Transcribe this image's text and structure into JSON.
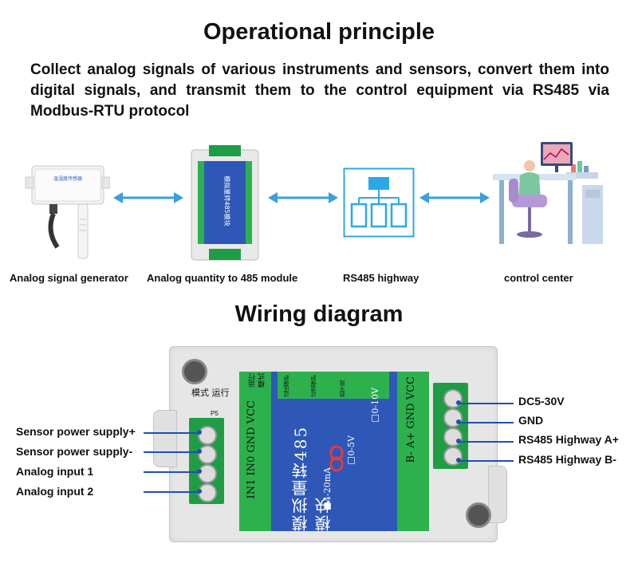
{
  "titles": {
    "principle": "Operational principle",
    "wiring": "Wiring diagram"
  },
  "description": "Collect analog signals of various instruments and sensors, convert them into digital signals, and transmit them to the control equipment via RS485 via Modbus-RTU protocol",
  "flow": {
    "captions": [
      "Analog signal generator",
      "Analog quantity to 485 module",
      "RS485 highway",
      "control center"
    ],
    "arrow_color": "#3aa0dc",
    "network_color": "#2aa8e8"
  },
  "wiring": {
    "left_labels": [
      "Sensor power supply+",
      "Sensor power supply-",
      "Analog input 1",
      "Analog input 2"
    ],
    "right_labels": [
      "DC5-30V",
      "GND",
      "RS485 Highway A+",
      "RS485 Highway B-"
    ],
    "line_color": "#1f4fb0"
  },
  "module": {
    "title": "模拟量转485模块",
    "left_terminals": "IN1 IN0 GND VCC",
    "right_terminals": "B- A+ GND VCC",
    "mode_labels": [
      "运行",
      "模式"
    ],
    "protect_labels": [
      "过压保护",
      "过流保护",
      "抗干扰"
    ],
    "range_options": [
      "■4-20mA",
      "□0-5V",
      "□0-10V"
    ],
    "side_label_p5": "P5",
    "mode_side_label": "模式 运行",
    "panel_color": "#2e57b8",
    "terminal_color": "#24a84a"
  },
  "sensor": {
    "label": "温湿度传感器"
  }
}
